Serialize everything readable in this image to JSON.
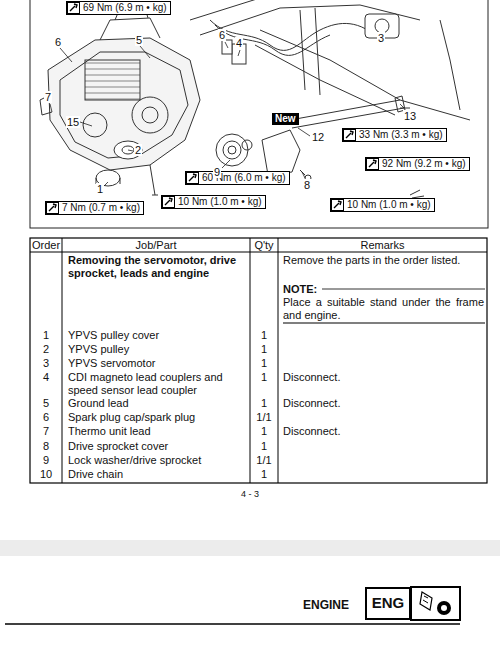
{
  "diagram": {
    "nodes": [
      {
        "text": [
          "69 Nm (6.9 m • kg)"
        ]
      },
      {
        "text": [
          "New"
        ]
      },
      {
        "text": [
          "33 Nm (3.3 m • kg)"
        ]
      },
      {
        "text": [
          "92 Nm (9.2 m • kg)"
        ]
      },
      {
        "text": [
          "60 Nm (6.0 m • kg)"
        ]
      },
      {
        "text": [
          "10 Nm (1.0 m • kg)"
        ]
      },
      {
        "text": [
          "7 Nm (0.7 m • kg)"
        ]
      },
      {
        "text": [
          "10 Nm (1.0 m • kg)"
        ]
      },
      {
        "text": [
          "ENG"
        ]
      }
    ],
    "labels": [
      "6",
      "5",
      "6",
      "4",
      "3",
      "7",
      "15",
      "2",
      "1",
      "9",
      "12",
      "8",
      "13",
      "Order",
      "Job/Part",
      "Q'ty",
      "Remarks",
      "Removing the servomotor, drive sprocket, leads and engine",
      "Remove the parts in the order listed.",
      "NOTE:",
      "Place a suitable stand under the frame and engine.",
      "1",
      "YPVS pulley cover",
      "1",
      "2",
      "YPVS pulley",
      "1",
      "3",
      "YPVS servomotor",
      "1",
      "4",
      "CDI magneto lead couplers and speed sensor lead coupler",
      "1",
      "Disconnect.",
      "5",
      "Ground lead",
      "1",
      "Disconnect.",
      "6",
      "Spark plug cap/spark plug",
      "1/1",
      "7",
      "Thermo unit lead",
      "1",
      "Disconnect.",
      "8",
      "Drive sprocket cover",
      "1",
      "9",
      "Lock washer/drive sprocket",
      "1/1",
      "10",
      "Drive chain",
      "1",
      "4 - 3",
      "ENGINE"
    ]
  }
}
